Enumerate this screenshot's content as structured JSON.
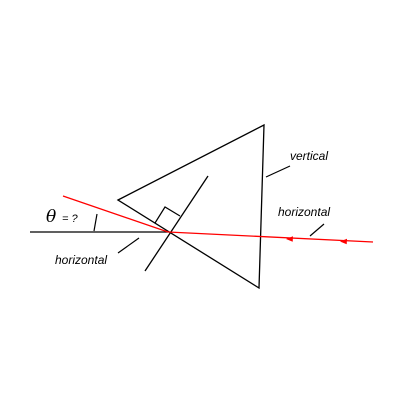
{
  "labels": {
    "vertical": "vertical",
    "horizontal_right": "horizontal",
    "horizontal_left": "horizontal",
    "theta_symbol": "θ",
    "theta_suffix": "= ?"
  },
  "colors": {
    "ray": "#ff0000",
    "lines": "#000000",
    "background": "#ffffff"
  }
}
